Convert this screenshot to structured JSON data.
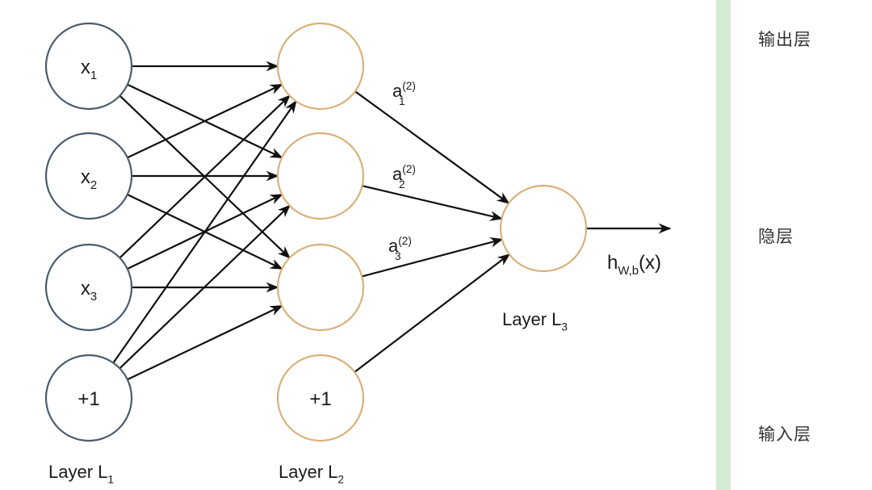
{
  "colors": {
    "input_node": "#4a5b6e",
    "hidden_node": "#d9b07a",
    "edge": "#111111",
    "side_bar": "#d4ead4"
  },
  "input_layer": {
    "nodes": [
      {
        "base": "x",
        "sub": "1"
      },
      {
        "base": "x",
        "sub": "2"
      },
      {
        "base": "x",
        "sub": "3"
      },
      {
        "base": "+1",
        "sub": ""
      }
    ],
    "label": {
      "base": "Layer L",
      "sub": "1"
    }
  },
  "hidden_layer": {
    "nodes": [
      {
        "base": "",
        "sub": ""
      },
      {
        "base": "",
        "sub": ""
      },
      {
        "base": "",
        "sub": ""
      },
      {
        "base": "+1",
        "sub": ""
      }
    ],
    "label": {
      "base": "Layer L",
      "sub": "2"
    },
    "activations": [
      {
        "base": "a",
        "sup": "(2)",
        "sub": "1"
      },
      {
        "base": "a",
        "sup": "(2)",
        "sub": "2"
      },
      {
        "base": "a",
        "sup": "(2)",
        "sub": "3"
      }
    ]
  },
  "output_layer": {
    "label": {
      "base": "Layer L",
      "sub": "3"
    },
    "output": {
      "base": "h",
      "sub": "W,b",
      "tail": "(x)"
    }
  },
  "side_labels": {
    "output": "输出层",
    "hidden": "隐层",
    "input": "输入层"
  }
}
